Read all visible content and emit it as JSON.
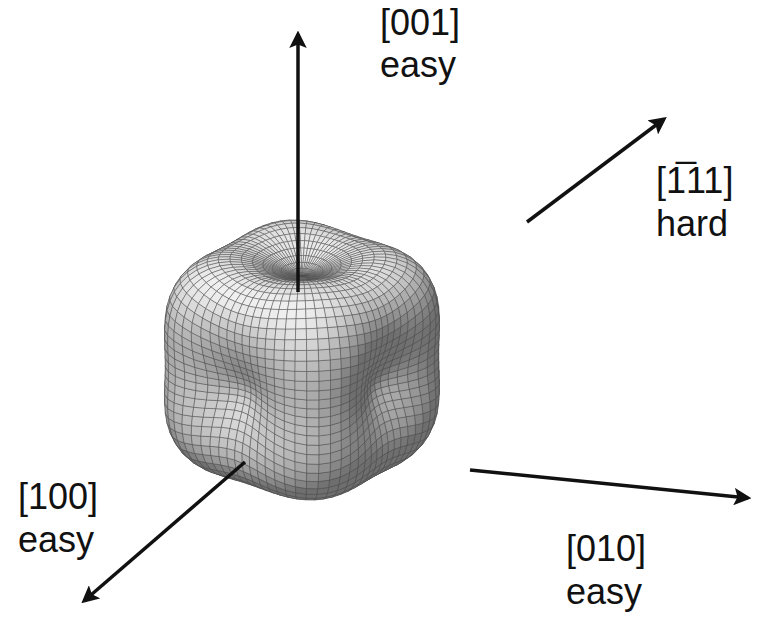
{
  "diagram": {
    "labels": [
      "[001]",
      "easy",
      "[1̅11]",
      "hard",
      "[100]",
      "easy",
      "[010]",
      "easy"
    ]
  }
}
